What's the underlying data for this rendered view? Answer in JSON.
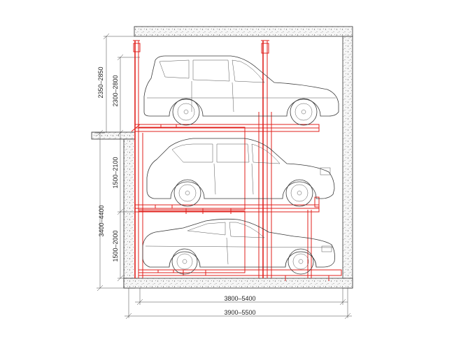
{
  "dimensions": {
    "height_total": "3400–4400",
    "height_top_outer": "2350–2850",
    "height_top_inner": "2300–2800",
    "height_middle": "1500–2100",
    "height_bottom": "1500–2000",
    "width_inner": "3800–5400",
    "width_outer": "3900–5500"
  },
  "vehicles": [
    {
      "type": "suv",
      "level": "top"
    },
    {
      "type": "suv",
      "level": "middle"
    },
    {
      "type": "sedan",
      "level": "bottom"
    }
  ],
  "colors": {
    "structure": "#e0201c",
    "outline": "#333333",
    "concrete_fill": "#f2f2f2"
  }
}
